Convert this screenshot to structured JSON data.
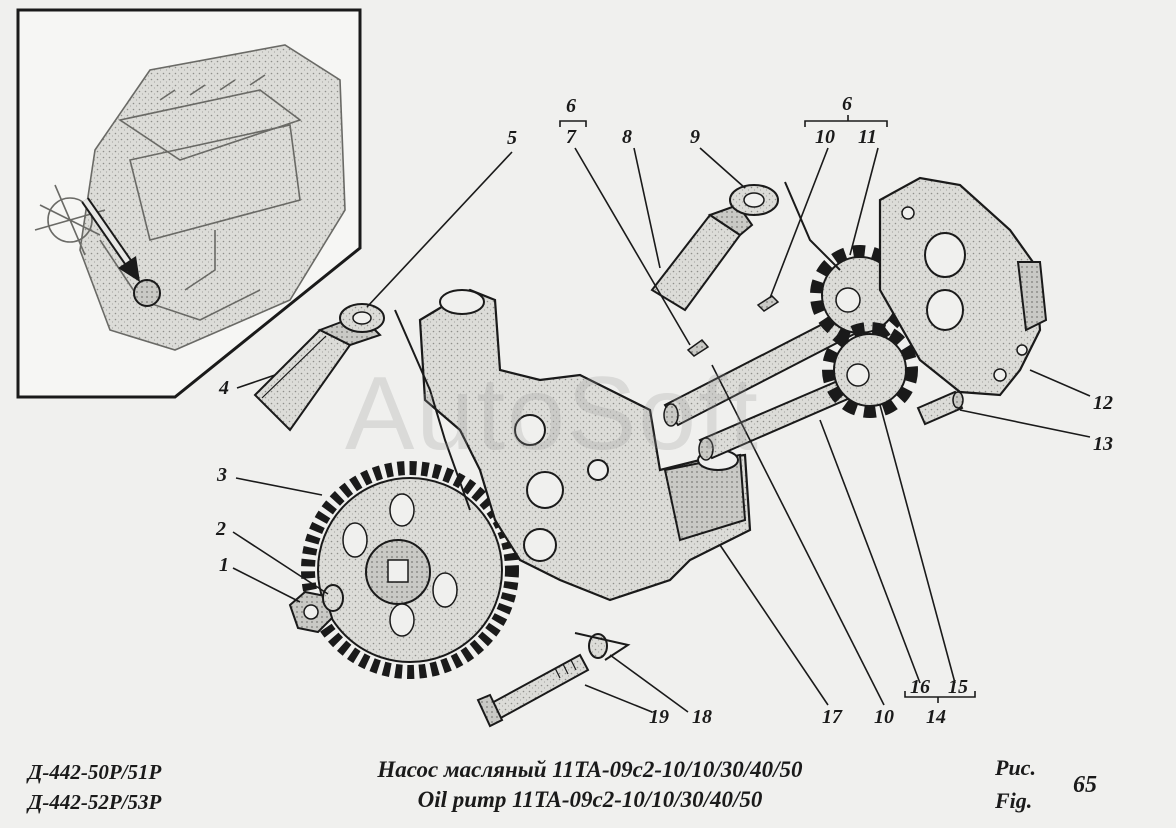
{
  "colors": {
    "ink": "#1a1a1a",
    "paper": "#f0f0ee",
    "part_fill": "#dcdcd8",
    "shade": "#a9a9a5"
  },
  "watermark": "AutoSoft",
  "labels": {
    "l1": "1",
    "l2": "2",
    "l3": "3",
    "l4": "4",
    "l5": "5",
    "l6a": "6",
    "l7": "7",
    "l8": "8",
    "l9": "9",
    "l6b": "6",
    "l10a": "10",
    "l11": "11",
    "l12": "12",
    "l13": "13",
    "l19": "19",
    "l18": "18",
    "l17": "17",
    "l10b": "10",
    "l16": "16",
    "l15": "15",
    "l14": "14"
  },
  "caption": {
    "model_line1": "Д-442-50Р/51Р",
    "model_line2": "Д-442-52Р/53Р",
    "title_ru": "Насос масляный 11ТА-09с2-10/10/30/40/50",
    "title_en": "Oil pump 11ТА-09с2-10/10/30/40/50",
    "fig_ru": "Рис.",
    "fig_en": "Fig.",
    "number": "65"
  }
}
